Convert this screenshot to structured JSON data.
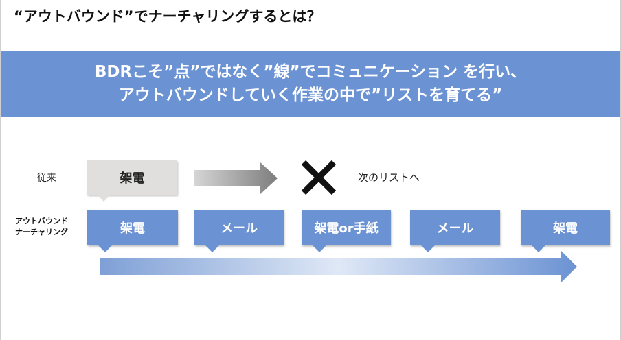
{
  "page": {
    "title": "“アウトバウンド”でナーチャリングするとは？"
  },
  "banner": {
    "line1": "BDRこそ”点”ではなく”線”でコミュニケーション を行い、",
    "line2": "アウトバウンドしていく作業の中で”リストを育てる”"
  },
  "conventional": {
    "label": "従来",
    "box_label": "架電",
    "result_text": "次のリストへ",
    "result_icon": "cross-icon"
  },
  "outbound": {
    "label_line1": "アウトバウンド",
    "label_line2": "ナーチャリング",
    "steps": [
      "架電",
      "メール",
      "架電or手紙",
      "メール",
      "架電"
    ]
  },
  "colors": {
    "accent_blue": "#6b92d3",
    "gray_box": "#e0dfdd",
    "cross": "#111111"
  }
}
